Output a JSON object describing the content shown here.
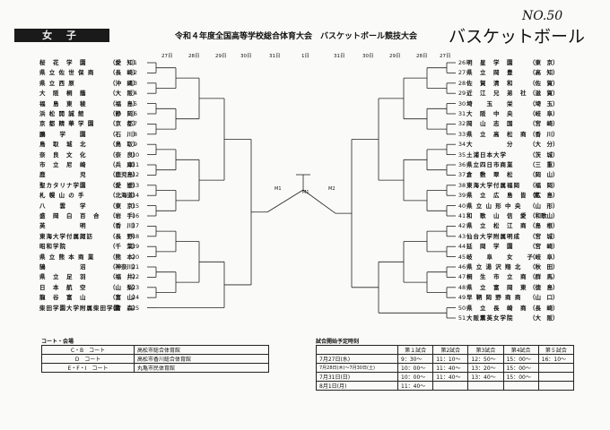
{
  "header": {
    "badge": "女 子",
    "title": "令和４年度全国高等学校総合体育大会　バスケットボール競技大会",
    "sport": "バスケットボール",
    "doc_no": "NO.50"
  },
  "dates_left": [
    "27日",
    "28日",
    "29日",
    "30日",
    "31日"
  ],
  "dates_center": "1日",
  "dates_right": [
    "31日",
    "30日",
    "29日",
    "28日",
    "27日"
  ],
  "left_teams": [
    {
      "seed": "1",
      "name": "桜　花　学　園",
      "pref": "（愛　知）"
    },
    {
      "seed": "2",
      "name": "県 立 佐 世 保 商",
      "pref": "（長　崎）"
    },
    {
      "seed": "3",
      "name": "県 立 西 原",
      "pref": "（沖　縄）"
    },
    {
      "seed": "4",
      "name": "大　阪　桐　蔭",
      "pref": "（大　阪）"
    },
    {
      "seed": "5",
      "name": "福　島　東　稜",
      "pref": "（福　島）"
    },
    {
      "seed": "6",
      "name": "浜 松 開 誠 館",
      "pref": "（静　岡）"
    },
    {
      "seed": "7",
      "name": "京 都 精 華 学 園",
      "pref": "（京　都）"
    },
    {
      "seed": "8",
      "name": "鵬　　学　　園",
      "pref": "（石　川）"
    },
    {
      "seed": "9",
      "name": "鳥　取　城　北",
      "pref": "（鳥　取）"
    },
    {
      "seed": "10",
      "name": "奈　良　文　化",
      "pref": "（奈　良）"
    },
    {
      "seed": "11",
      "name": "市　立　尼　崎",
      "pref": "（兵　庫）"
    },
    {
      "seed": "12",
      "name": "鹿　　　　　児",
      "pref": "（鹿児島）"
    },
    {
      "seed": "13",
      "name": "聖カタリナ学園",
      "pref": "（愛　媛）"
    },
    {
      "seed": "14",
      "name": "札 幌 山 の 手",
      "pref": "（北海道）"
    },
    {
      "seed": "15",
      "name": "八　　雲　　学",
      "pref": "（東　京）"
    },
    {
      "seed": "16",
      "name": "盛　岡　白　百　合",
      "pref": "（岩　手）"
    },
    {
      "seed": "17",
      "name": "英　　　　　明",
      "pref": "（香　川）"
    },
    {
      "seed": "18",
      "name": "東海大学付属諏訪",
      "pref": "（長　野）"
    },
    {
      "seed": "19",
      "name": "昭和学院",
      "pref": "（千　葉）"
    },
    {
      "seed": "20",
      "name": "県 立 熊 本 商 業",
      "pref": "（熊　本）"
    },
    {
      "seed": "21",
      "name": "鵠　　　　　沼",
      "pref": "（神奈川）"
    },
    {
      "seed": "22",
      "name": "県　立　足　羽",
      "pref": "（福　井）"
    },
    {
      "seed": "23",
      "name": "日　本　航　空",
      "pref": "（山　梨）"
    },
    {
      "seed": "24",
      "name": "龍　谷　富　山",
      "pref": "（富　山）"
    },
    {
      "seed": "25",
      "name": "柴田学園大学附属柴田学園",
      "pref": "（青　森）"
    }
  ],
  "right_teams": [
    {
      "seed": "26",
      "name": "明　星　学　園",
      "pref": "（東　京）"
    },
    {
      "seed": "27",
      "name": "県　立　岡　豊",
      "pref": "（高　知）"
    },
    {
      "seed": "28",
      "name": "佐　賀　清　和",
      "pref": "（佐　賀）"
    },
    {
      "seed": "29",
      "name": "近　江　兄　弟　社",
      "pref": "（滋　賀）"
    },
    {
      "seed": "30",
      "name": "埼　　玉　　栄",
      "pref": "（埼　玉）"
    },
    {
      "seed": "31",
      "name": "大　阪　中　央",
      "pref": "（岐　阜）"
    },
    {
      "seed": "32",
      "name": "岡　山　志　国",
      "pref": "（宮　崎）"
    },
    {
      "seed": "33",
      "name": "県　立　高　松　商",
      "pref": "（香　川）"
    },
    {
      "seed": "34",
      "name": "大　　　　　分",
      "pref": "（大　分）"
    },
    {
      "seed": "35",
      "name": "土浦日本大学",
      "pref": "（茨　城）"
    },
    {
      "seed": "36",
      "name": "県立四日市商業",
      "pref": "（三　重）"
    },
    {
      "seed": "37",
      "name": "倉　敷　翠　松",
      "pref": "（岡　山）"
    },
    {
      "seed": "38",
      "name": "東海大学付属福岡",
      "pref": "（福　岡）"
    },
    {
      "seed": "39",
      "name": "県　立　広　島　皆　実",
      "pref": "（広　島）"
    },
    {
      "seed": "40",
      "name": "県 立 山 形 中 央",
      "pref": "（山　形）"
    },
    {
      "seed": "41",
      "name": "和　歌　山　信　愛",
      "pref": "（和歌山）"
    },
    {
      "seed": "42",
      "name": "県　立　松　江　商",
      "pref": "（島　根）"
    },
    {
      "seed": "43",
      "name": "仙台大学附属明成",
      "pref": "（宮　城）"
    },
    {
      "seed": "44",
      "name": "延　岡　学　園",
      "pref": "（宮　崎）"
    },
    {
      "seed": "45",
      "name": "岐　　阜　　女　　子",
      "pref": "（岐　阜）"
    },
    {
      "seed": "46",
      "name": "県 立 湯 沢 翔 北",
      "pref": "（秋　田）"
    },
    {
      "seed": "47",
      "name": "桐　生　市　立　商",
      "pref": "（群　馬）"
    },
    {
      "seed": "48",
      "name": "県　立　富　岡　東",
      "pref": "（徳　島）"
    },
    {
      "seed": "49",
      "name": "早 鞆 岡 野 商 商",
      "pref": "（山　口）"
    },
    {
      "seed": "50",
      "name": "県　立　長　崎　商",
      "pref": "（長　崎）"
    },
    {
      "seed": "51",
      "name": "大阪薫英女学院",
      "pref": "（大　阪）"
    }
  ],
  "final": {
    "code": "M1",
    "left": "M1",
    "right": "M2"
  },
  "courts": {
    "label": "コート・会場",
    "rows": [
      {
        "court": "C・B　コート",
        "venue": "高松市総合体育館"
      },
      {
        "court": "D　コート",
        "venue": "高松市香川総合体育館"
      },
      {
        "court": "E・F・I　コート",
        "venue": "丸亀市民体育館"
      }
    ]
  },
  "schedule": {
    "label": "試合開始予定時刻",
    "headers": [
      "",
      "第１試合",
      "第2試合",
      "第3試合",
      "第4試合",
      "第５試合"
    ],
    "rows": [
      [
        "7月27日(水)",
        "9：30～",
        "11：10～",
        "12：50～",
        "15：00～",
        "16：10～"
      ],
      [
        "7月28日(木)～7月30日(土)",
        "10：00～",
        "11：40～",
        "13：20～",
        "15：00～",
        ""
      ],
      [
        "7月31日(日)",
        "10：00～",
        "11：40～",
        "13：40～",
        "15：00～",
        ""
      ],
      [
        "8月1日(月)",
        "11：40～",
        "",
        "",
        "",
        ""
      ]
    ]
  }
}
